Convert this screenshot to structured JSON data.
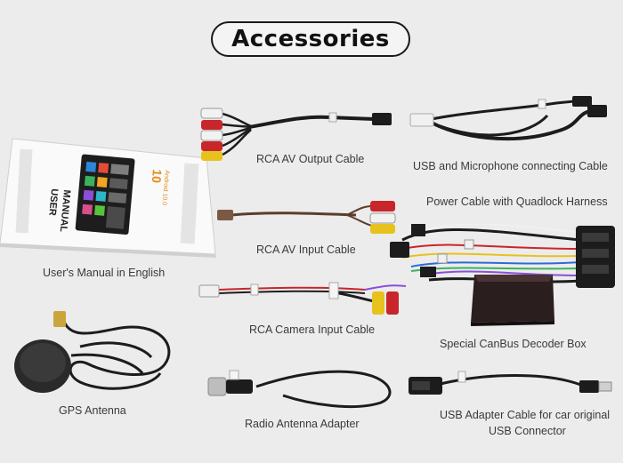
{
  "header": {
    "title": "Accessories"
  },
  "manual": {
    "cover_line1": "USER",
    "cover_line2": "MANUAL",
    "version_number": "10",
    "version_text": "Android 10.0"
  },
  "captions": {
    "manual": "User's Manual in English",
    "rca_av_output": "RCA AV Output Cable",
    "usb_mic": "USB and Microphone connecting Cable",
    "power_quadlock": "Power Cable with Quadlock Harness",
    "rca_av_input": "RCA AV Input Cable",
    "rca_camera": "RCA Camera Input Cable",
    "canbus": "Special CanBus Decoder Box",
    "gps": "GPS Antenna",
    "radio_adapter": "Radio Antenna Adapter",
    "usb_adapter_line1": "USB Adapter Cable for car original",
    "usb_adapter_line2": "USB Connector"
  },
  "colors": {
    "background": "#ececec",
    "rca_red": "#c8262b",
    "rca_white": "#f2f2f2",
    "rca_yellow": "#e8c21c",
    "cable_black": "#1c1c1c"
  }
}
